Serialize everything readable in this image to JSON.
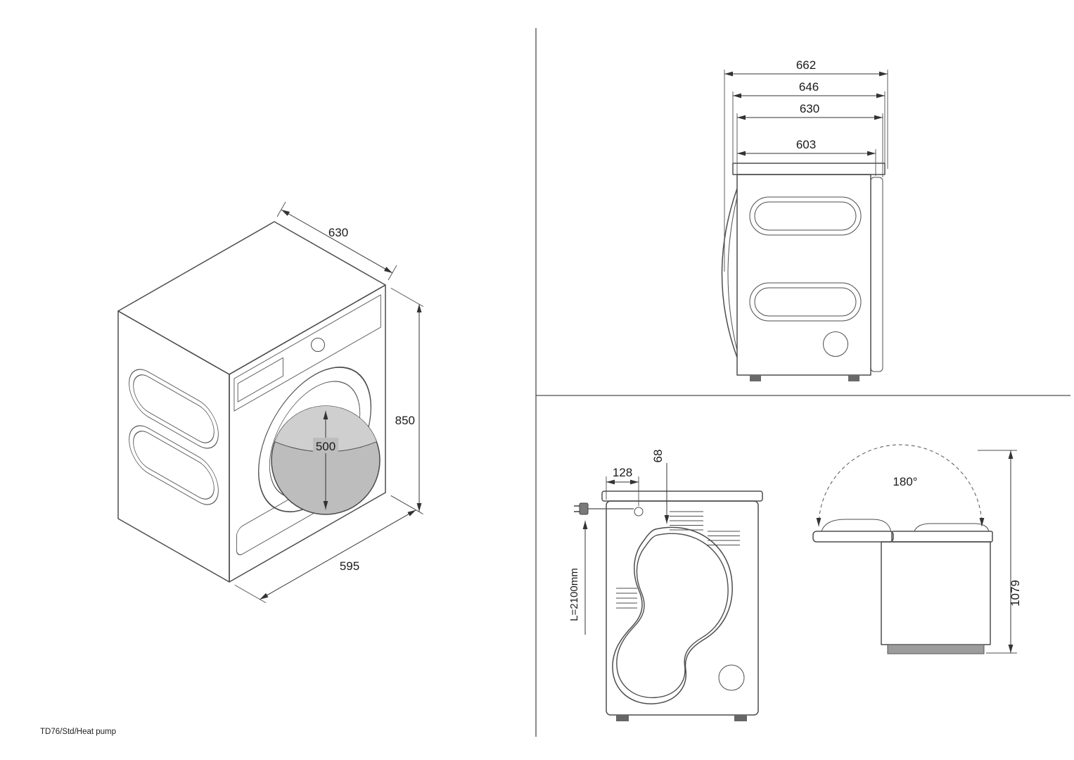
{
  "footer": {
    "model_label": "TD76/Std/Heat pump"
  },
  "isometric_view": {
    "depth_label": "630",
    "height_label": "850",
    "door_label": "500",
    "width_label": "595"
  },
  "side_view": {
    "dim_662": "662",
    "dim_646": "646",
    "dim_630": "630",
    "dim_603": "603"
  },
  "rear_view": {
    "cord_x_label": "128",
    "vent_y_label": "68",
    "cord_length_label": "L=2100mm"
  },
  "lid_view": {
    "angle_label": "180°",
    "height_label": "1079"
  }
}
